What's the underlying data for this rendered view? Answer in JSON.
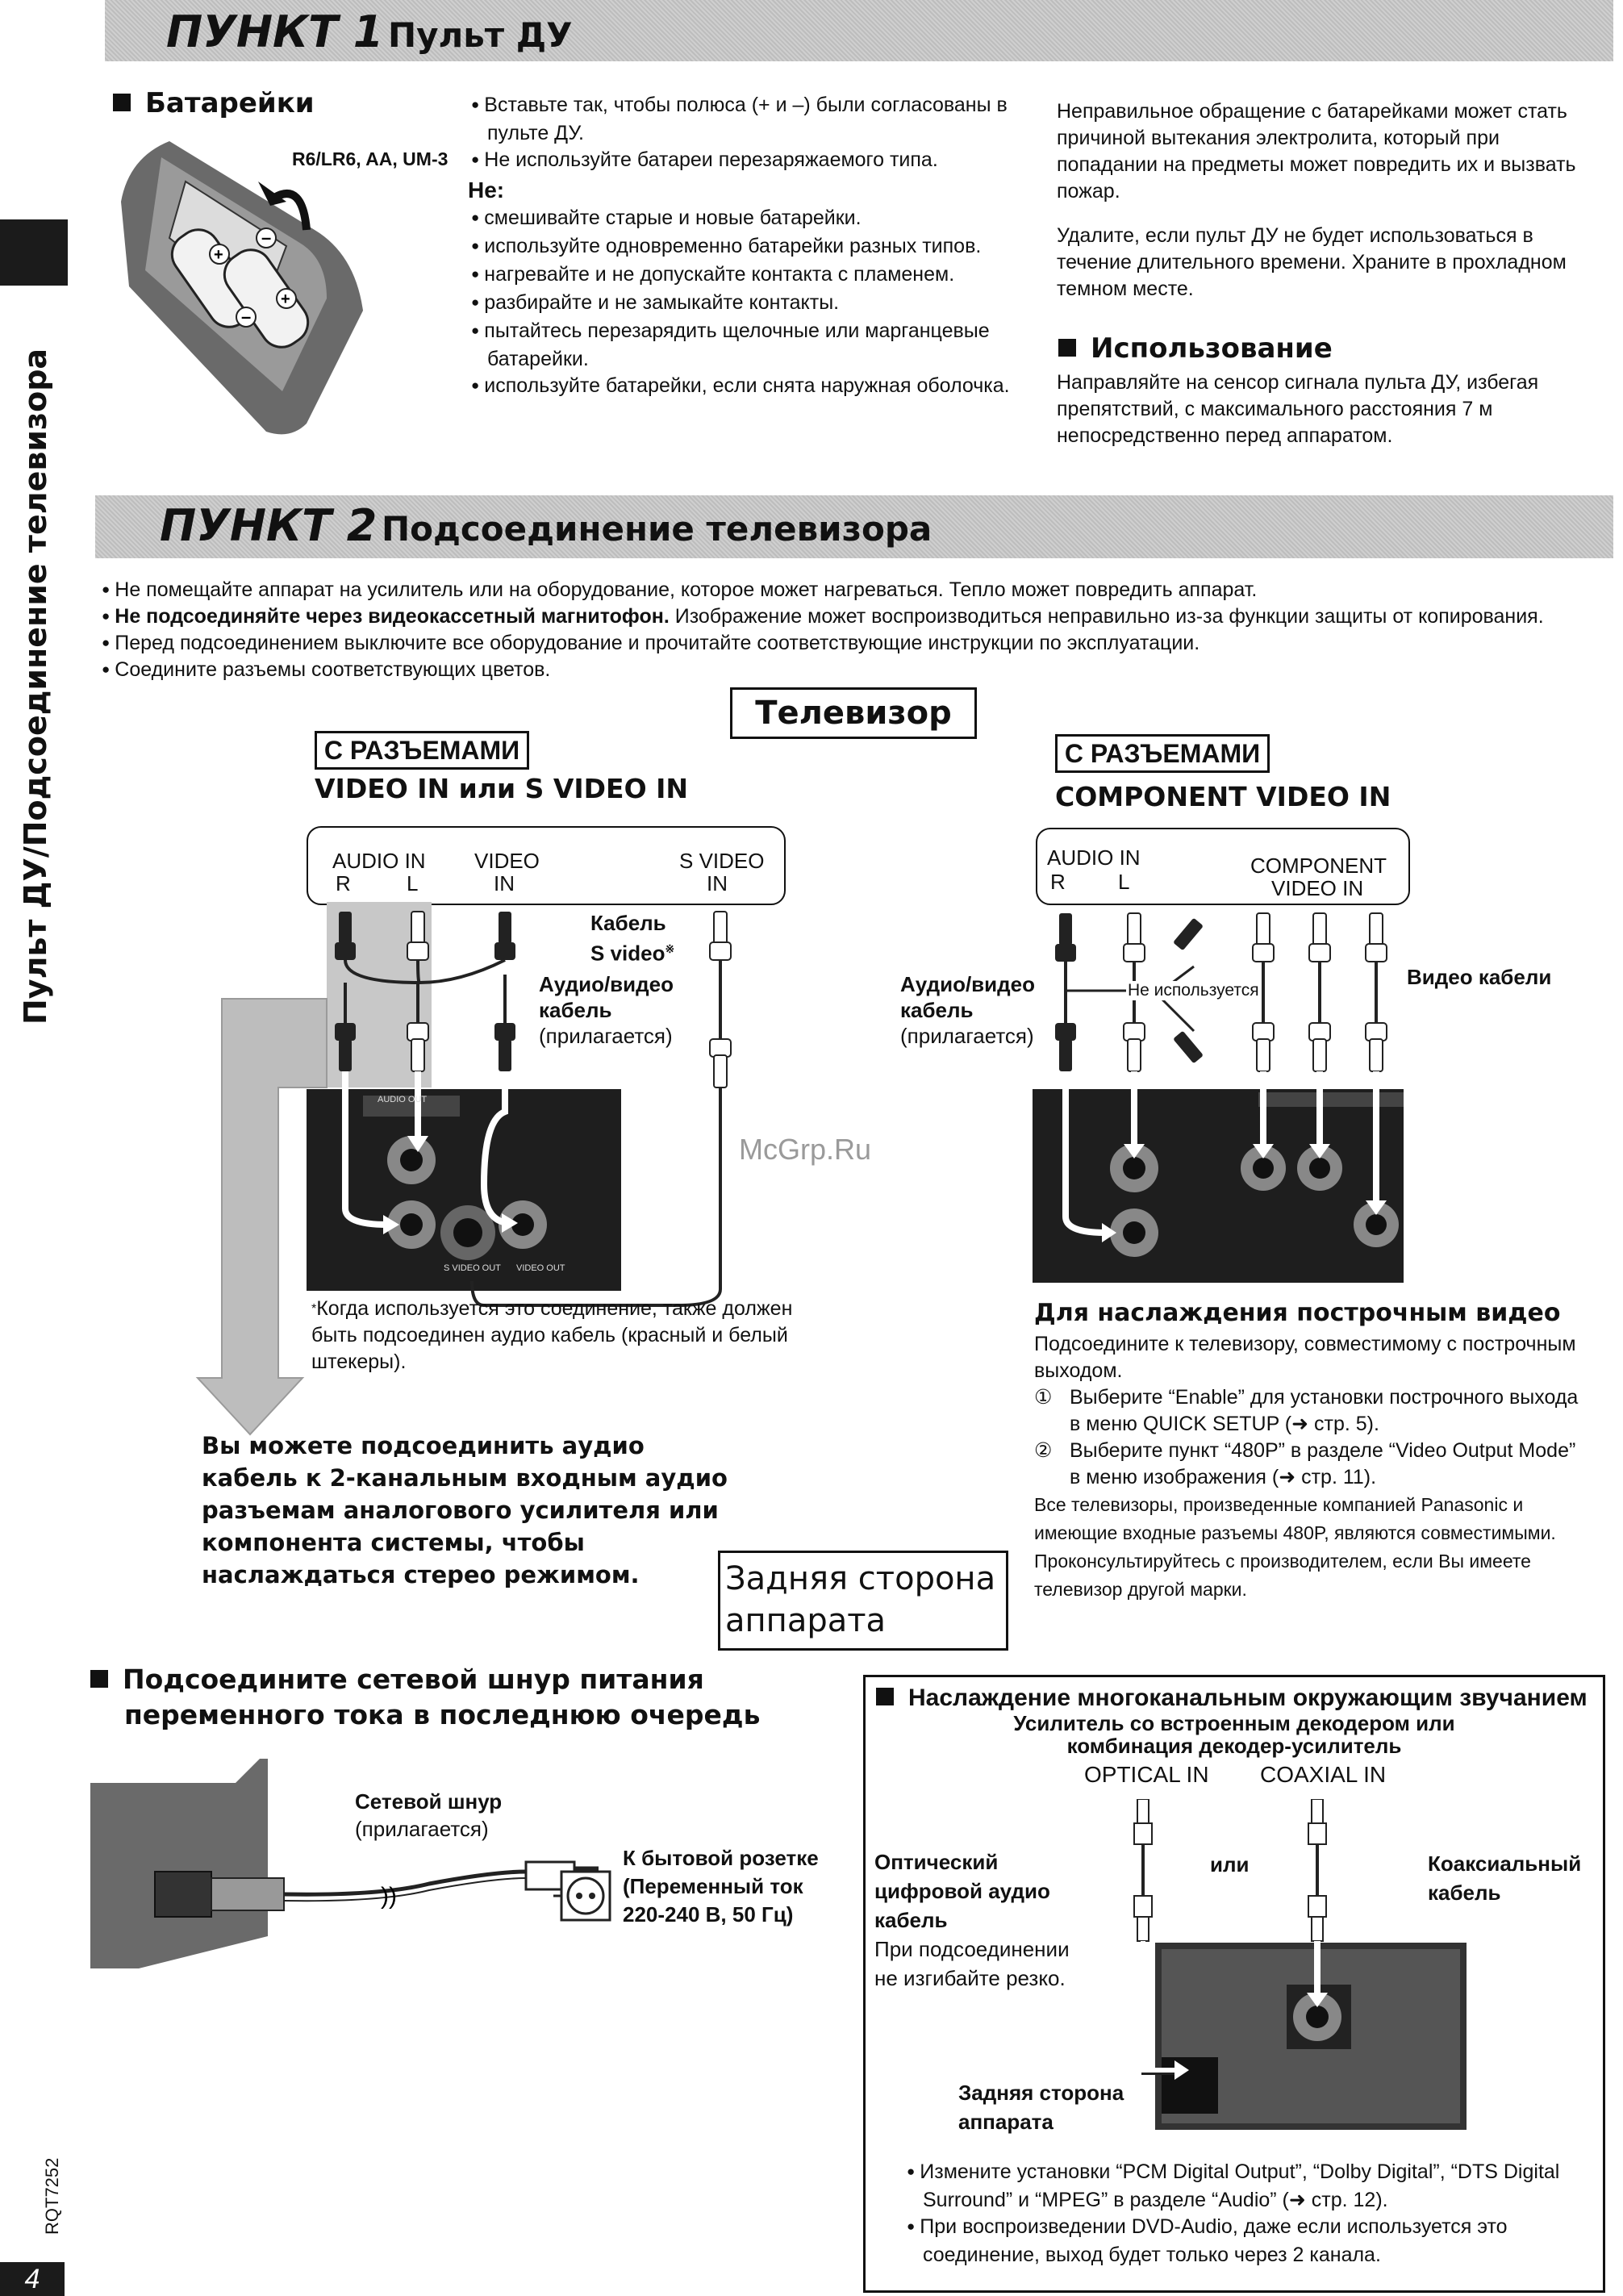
{
  "sidebar": {
    "vertical_title": "Пульт ДУ/Подсоединение телевизора",
    "code": "RQT7252",
    "page_number": "4"
  },
  "step1": {
    "num": "ПУНКТ 1",
    "title": "Пульт ДУ",
    "batteries": {
      "heading": "Батарейки",
      "label": "R6/LR6, AA, UM-3",
      "b1": "Вставьте так, чтобы полюса (+ и –) были согласованы в пульте ДУ.",
      "b2": "Не используйте батареи перезаряжаемого типа.",
      "ne": "Не:",
      "n1": "смешивайте старые и новые батарейки.",
      "n2": "используйте одновременно батарейки разных типов.",
      "n3": "нагревайте и не допускайте контакта с пламенем.",
      "n4": "разбирайте и не замыкайте контакты.",
      "n5": "пытайтесь перезарядить щелочные или марганцевые батарейки.",
      "n6": "используйте батарейки, если снята наружная оболочка."
    },
    "right_p1": "Неправильное обращение с батарейками может стать причиной вытекания электролита, который при попадании на предметы может повредить их и вызвать пожар.",
    "right_p2": "Удалите, если пульт ДУ не будет использоваться в течение длительного времени.  Храните в прохладном темном месте.",
    "usage_heading": "Использование",
    "usage_text": "Направляйте на сенсор сигнала пульта ДУ, избегая препятствий, с максимального расстояния 7 м непосредственно перед аппаратом."
  },
  "step2": {
    "num": "ПУНКТ 2",
    "title": "Подсоединение телевизора",
    "n1": "Не помещайте аппарат на усилитель или на оборудование, которое может нагреваться. Тепло может повредить аппарат.",
    "n2_bold": "Не подсоединяйте через видеокассетный магнитофон.",
    "n2_rest": " Изображение может воспроизводиться неправильно из-за функции защиты от копирования.",
    "n3": "Перед подсоединением выключите все оборудование и прочитайте соответствующие инструкции по эксплуатации.",
    "n4": "Соедините разъемы соответствующих цветов.",
    "tv_label": "Телевизор",
    "with_conn_left": "С РАЗЪЕМАМИ",
    "left_sub": "VIDEO IN или S VIDEO IN",
    "with_conn_right": "С РАЗЪЕМАМИ",
    "right_sub": "COMPONENT VIDEO IN",
    "left_panel": {
      "audio_in": "AUDIO IN",
      "r": "R",
      "l": "L",
      "video": "VIDEO",
      "video_in": "IN",
      "svideo": "S VIDEO",
      "svideo_in": "IN"
    },
    "right_panel": {
      "audio_in": "AUDIO IN",
      "r": "R",
      "l": "L",
      "component": "COMPONENT",
      "video_in": "VIDEO IN"
    },
    "svideo_cable": "Кабель",
    "svideo_cable2": "S video",
    "av_cable_l1": "Аудио/видео",
    "av_cable_l2": "кабель",
    "av_cable_l3": "(прилагается)",
    "not_used": "Не используется",
    "video_cables": "Видео кабели",
    "device_left": {
      "audio_out": "AUDIO OUT",
      "svideo_out": "S VIDEO OUT",
      "video_out": "VIDEO OUT"
    },
    "footnote": "Когда используется это соединение, также должен быть подсоединен аудио кабель (красный и белый штекеры).",
    "stereo_text": "Вы можете подсоединить аудио кабель к 2-канальным входным аудио разъемам аналогового усилителя или компонента системы, чтобы наслаждаться стерео режимом.",
    "back_panel_l1": "Задняя сторона",
    "back_panel_l2": "аппарата",
    "progressive_heading": "Для наслаждения построчным видео",
    "progressive_p": "Подсоедините к телевизору, совместимому с построчным выходом.",
    "prog_s1": "Выберите “Enable” для установки построчного выхода в меню QUICK SETUP (➜ стр. 5).",
    "prog_s2": "Выберите пункт “480P” в разделе “Video Output Mode” в меню изображения (➜ стр. 11).",
    "prog_note": "Все телевизоры, произведенные компанией Panasonic и имеющие входные разъемы 480P, являются совместимыми. Проконсультируйтесь с производителем, если Вы имеете телевизор другой марки.",
    "watermark": "McGrp.Ru"
  },
  "power": {
    "heading_l1": "Подсоедините сетевой шнур питания",
    "heading_l2": "переменного тока в последнюю очередь",
    "cord_l1": "Сетевой шнур",
    "cord_l2": "(прилагается)",
    "outlet_l1": "К бытовой розетке",
    "outlet_l2": "(Переменный ток",
    "outlet_l3": "220-240 В, 50 Гц)"
  },
  "surround": {
    "heading": "Наслаждение многоканальным окружающим звучанием",
    "sub_l1": "Усилитель со встроенным декодером или",
    "sub_l2": "комбинация декодер-усилитель",
    "optical_in": "OPTICAL IN",
    "coaxial_in": "COAXIAL IN",
    "or": "или",
    "optical_l1": "Оптический",
    "optical_l2": "цифровой аудио",
    "optical_l3": "кабель",
    "optical_note_l1": "При подсоединении",
    "optical_note_l2": "не изгибайте резко.",
    "coax_l1": "Коаксиальный",
    "coax_l2": "кабель",
    "back_l1": "Задняя сторона",
    "back_l2": "аппарата",
    "b1": "Измените установки “PCM Digital Output”, “Dolby Digital”, “DTS Digital Surround” и “MPEG” в разделе “Audio” (➜ стр. 12).",
    "b2": "При воспроизведении DVD-Audio, даже если используется это соединение, выход будет только через 2 канала."
  }
}
